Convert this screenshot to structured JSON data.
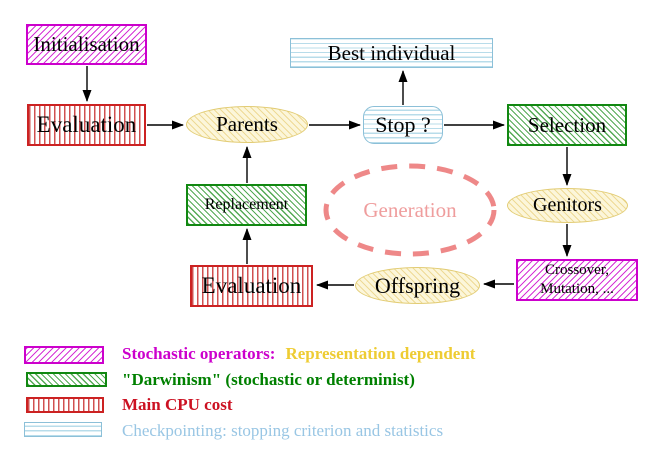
{
  "diagram": {
    "nodes": {
      "initialisation": {
        "label": "Initialisation"
      },
      "evaluation_top": {
        "label": "Evaluation"
      },
      "parents": {
        "label": "Parents"
      },
      "best_individual": {
        "label": "Best individual"
      },
      "stop": {
        "label": "Stop ?"
      },
      "selection": {
        "label": "Selection"
      },
      "genitors": {
        "label": "Genitors"
      },
      "crossover_mutation": {
        "line1": "Crossover,",
        "line2": "Mutation, ..."
      },
      "replacement": {
        "label": "Replacement"
      },
      "generation": {
        "label": "Generation"
      },
      "evaluation_bottom": {
        "label": "Evaluation"
      },
      "offspring": {
        "label": "Offspring"
      }
    },
    "legend": [
      {
        "pattern": "magenta-diagonal-hatch",
        "text_primary": "Stochastic operators:",
        "text_secondary": "Representation dependent"
      },
      {
        "pattern": "green-diagonal-hatch",
        "text_primary": "\"Darwinism\" (stochastic or determinist)"
      },
      {
        "pattern": "red-vertical-stripes",
        "text_primary": "Main CPU cost"
      },
      {
        "pattern": "cyan-horizontal-stripes",
        "text_primary": "Checkpointing: stopping criterion and statistics"
      }
    ],
    "colors": {
      "magenta": "#cc00cc",
      "green_border": "#118811",
      "green_text": "#008000",
      "red": "#cc2222",
      "red_text": "#cc1122",
      "cyan_border": "#8cc0d8",
      "cyan_text": "#99c6e4",
      "yellow_border": "#e2cc74",
      "yellow_fill": "#fcf6da",
      "gold_text": "#eecc33",
      "salmon": "#ee8888",
      "salmon_text": "#ef9d9d"
    }
  }
}
